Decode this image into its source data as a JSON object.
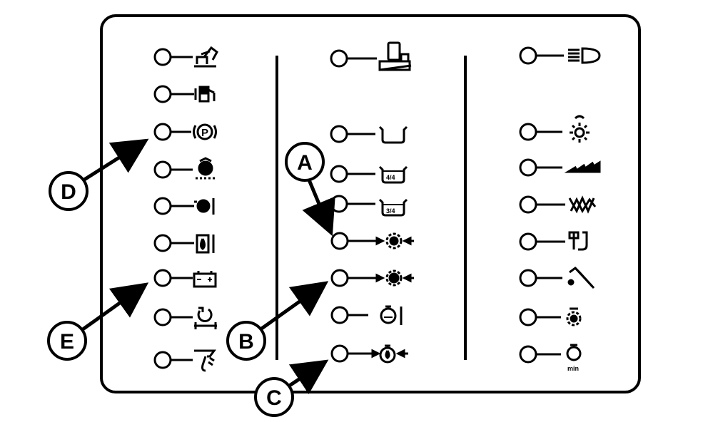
{
  "panel": {
    "columns": [
      {
        "indicators": [
          {
            "icon": "excavator-bucket-icon"
          },
          {
            "icon": "fuel-pump-icon"
          },
          {
            "icon": "parking-brake-icon"
          },
          {
            "icon": "transmission-warning-icon"
          },
          {
            "icon": "transmission-temperature-icon"
          },
          {
            "icon": "hydraulic-oil-temperature-icon"
          },
          {
            "icon": "battery-icon"
          },
          {
            "icon": "axle-rotation-icon"
          },
          {
            "icon": "hand-pump-icon"
          }
        ]
      },
      {
        "indicators": [
          {
            "icon": "operator-seat-icon"
          },
          {
            "icon": "bucket-empty-icon"
          },
          {
            "icon": "bucket-full-icon",
            "label": "4/4"
          },
          {
            "icon": "bucket-three-quarter-icon",
            "label": "3/4"
          },
          {
            "icon": "engine-gear-arrows-icon"
          },
          {
            "icon": "engine-gear-arrows-icon"
          },
          {
            "icon": "engine-oil-level-icon"
          },
          {
            "icon": "engine-oil-arrows-icon"
          }
        ]
      },
      {
        "indicators": [
          {
            "icon": "headlight-beam-icon"
          },
          {
            "icon": "rotating-beacon-icon"
          },
          {
            "icon": "ground-drive-icon"
          },
          {
            "icon": "axle-chains-icon"
          },
          {
            "icon": "lever-control-icon"
          },
          {
            "icon": "boom-tool-icon"
          },
          {
            "icon": "gear-service-icon"
          },
          {
            "icon": "engine-minimum-icon",
            "label": "min"
          }
        ]
      }
    ]
  },
  "callouts": [
    {
      "id": "A",
      "label": "A"
    },
    {
      "id": "B",
      "label": "B"
    },
    {
      "id": "C",
      "label": "C"
    },
    {
      "id": "D",
      "label": "D"
    },
    {
      "id": "E",
      "label": "E"
    }
  ]
}
